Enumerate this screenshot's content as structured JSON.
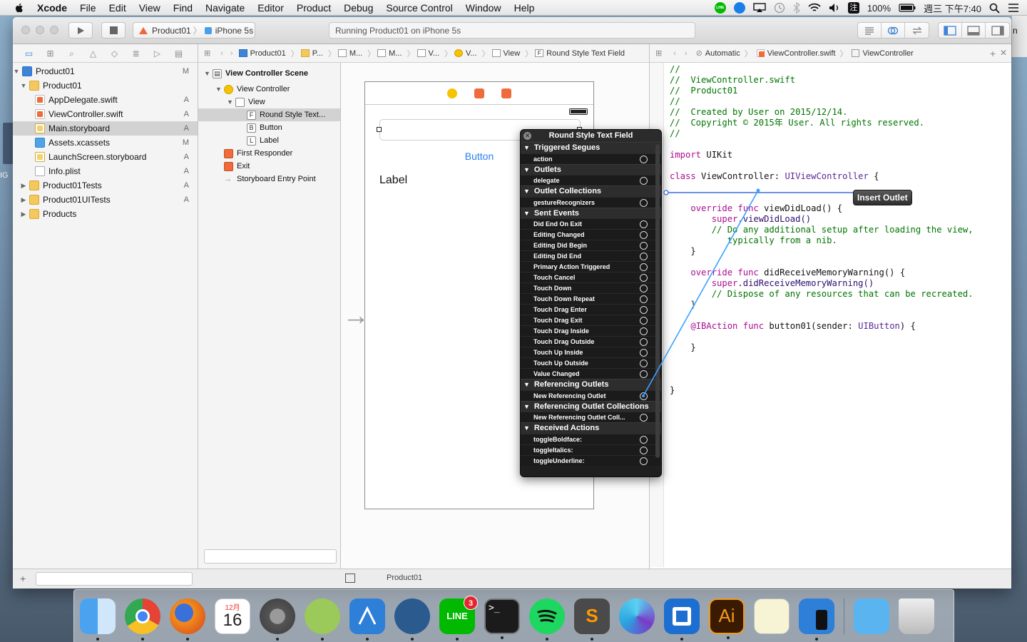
{
  "menubar": {
    "app": "Xcode",
    "items": [
      "File",
      "Edit",
      "View",
      "Find",
      "Navigate",
      "Editor",
      "Product",
      "Debug",
      "Source Control",
      "Window",
      "Help"
    ],
    "battery": "100%",
    "clock": "週三 下午7:40",
    "line_status": "LINE"
  },
  "toolbar": {
    "scheme_project": "Product01",
    "scheme_device": "iPhone 5s",
    "status": "Running Product01 on iPhone 5s"
  },
  "navigator": {
    "items": [
      {
        "label": "Product01",
        "badge": "M",
        "icon": "project-icon"
      },
      {
        "label": "Product01",
        "badge": "",
        "icon": "folder-icon"
      },
      {
        "label": "AppDelegate.swift",
        "badge": "A",
        "icon": "swift-file-icon"
      },
      {
        "label": "ViewController.swift",
        "badge": "A",
        "icon": "swift-file-icon"
      },
      {
        "label": "Main.storyboard",
        "badge": "A",
        "icon": "storyboard-icon"
      },
      {
        "label": "Assets.xcassets",
        "badge": "M",
        "icon": "assets-icon"
      },
      {
        "label": "LaunchScreen.storyboard",
        "badge": "A",
        "icon": "storyboard-icon"
      },
      {
        "label": "Info.plist",
        "badge": "A",
        "icon": "plist-icon"
      },
      {
        "label": "Product01Tests",
        "badge": "A",
        "icon": "folder-icon"
      },
      {
        "label": "Product01UITests",
        "badge": "A",
        "icon": "folder-icon"
      },
      {
        "label": "Products",
        "badge": "",
        "icon": "folder-icon"
      }
    ]
  },
  "outline": {
    "scene": "View Controller Scene",
    "view_controller": "View Controller",
    "view": "View",
    "text_field": "Round Style Text...",
    "text_field_glyph": "F",
    "button": "Button",
    "button_glyph": "B",
    "label": "Label",
    "label_glyph": "L",
    "first_responder": "First Responder",
    "exit": "Exit",
    "entry_point": "Storyboard Entry Point"
  },
  "jumpbar": {
    "items": [
      "Product01",
      "P...",
      "M...",
      "M...",
      "V...",
      "V...",
      "View",
      "Round Style Text Field"
    ],
    "text_field_glyph": "F"
  },
  "canvas": {
    "button_label": "Button",
    "label_text": "Label"
  },
  "assistant": {
    "mode": "Automatic",
    "file": "ViewController.swift",
    "symbol": "ViewController"
  },
  "code": {
    "l1": "//",
    "l2": "//  ViewController.swift",
    "l3": "//  Product01",
    "l4": "//",
    "l5": "//  Created by User on 2015/12/14.",
    "l6": "//  Copyright © 2015年 User. All rights reserved.",
    "l7": "//",
    "import_kw": "import",
    "import_mod": " UIKit",
    "class_kw": "class",
    "class_name": " ViewController: ",
    "superclass": "UIViewController",
    "open_brace": " {",
    "override1_kw": "override",
    "func1_kw": " func",
    "func1_name": " viewDidLoad() {",
    "super1_kw": "super",
    "super1_call": ".viewDidLoad()",
    "comment1a": "// Do any additional setup after loading the view,",
    "comment1b": "   typically from a nib.",
    "close1": "}",
    "override2_kw": "override",
    "func2_kw": " func",
    "func2_name": " didReceiveMemoryWarning() {",
    "super2_kw": "super",
    "super2_call": ".didReceiveMemoryWarning()",
    "comment2": "// Dispose of any resources that can be recreated.",
    "close2": "}",
    "ibaction_kw": "@IBAction",
    "func3_kw": " func",
    "func3_name": " button01(sender: ",
    "func3_type": "UIButton",
    "func3_end": ") {",
    "close3": "}",
    "close_class": "}"
  },
  "connections": {
    "title": "Round Style Text Field",
    "triggered_segues": "Triggered Segues",
    "action": "action",
    "outlets": "Outlets",
    "delegate": "delegate",
    "outlet_collections": "Outlet Collections",
    "gesture": "gestureRecognizers",
    "sent_events": "Sent Events",
    "events": [
      "Did End On Exit",
      "Editing Changed",
      "Editing Did Begin",
      "Editing Did End",
      "Primary Action Triggered",
      "Touch Cancel",
      "Touch Down",
      "Touch Down Repeat",
      "Touch Drag Enter",
      "Touch Drag Exit",
      "Touch Drag Inside",
      "Touch Drag Outside",
      "Touch Up Inside",
      "Touch Up Outside",
      "Value Changed"
    ],
    "referencing_outlets": "Referencing Outlets",
    "new_ref_outlet": "New Referencing Outlet",
    "referencing_outlet_collections": "Referencing Outlet Collections",
    "new_ref_outlet_coll": "New Referencing Outlet Coll...",
    "received_actions": "Received Actions",
    "actions": [
      "toggleBoldface:",
      "toggleItalics:",
      "toggleUnderline:"
    ]
  },
  "insert_tip": "Insert Outlet",
  "bottombar": {
    "target": "Product01"
  },
  "dock": {
    "line_badge": "3",
    "calendar_month": "12月",
    "calendar_day": "16",
    "terminal_prompt": ">_",
    "sublime_letter": "S",
    "illustrator_letters": "Ai",
    "line_label": "LINE"
  },
  "desktop": {
    "right_text": "n",
    "left_text": "IG"
  }
}
